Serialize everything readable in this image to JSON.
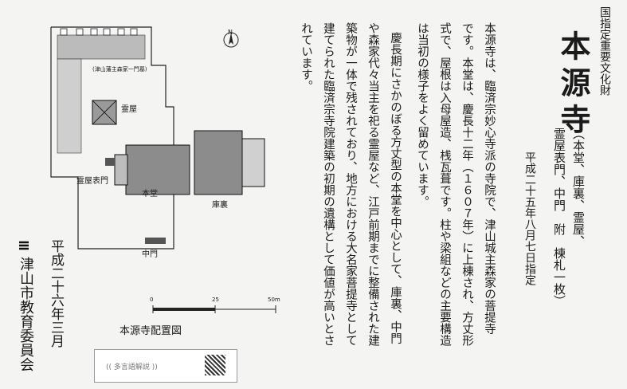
{
  "panel": {
    "category": "国指定重要文化財",
    "title": "本源寺",
    "subtitle_1": "（本堂、庫裏、霊屋、",
    "subtitle_2": "霊屋表門、中門　附　棟札一枚）",
    "designation_date": "平成二十五年八月七日指定",
    "body_lines": [
      "本源寺は、臨済宗妙心寺派の寺院で、津山城主森家の菩提寺",
      "です。本堂は、慶長十二年（１６０７年）に上棟され、方丈形",
      "式で、屋根は入母屋造、桟瓦葺です。柱や梁組などの主要構造",
      "は当初の様子をよく留めています。",
      "慶長期にさかのぼる方丈型の本堂を中心として、庫裏、中門",
      "や森家代々当主を祀る霊屋など、江戸前期までに整備された建",
      "築物が一体で残されており、地方における大名家菩提寺として",
      "建てられた臨済宗寺院建築の初期の遺構として価値が高いとさ",
      "れています。"
    ],
    "issued_date": "平成二十六年三月",
    "issuer": "津山市教育委員会"
  },
  "map": {
    "caption": "本源寺配置図",
    "north": "N",
    "labels": {
      "graves": "(津山藩主森家一門墓)",
      "reiya": "霊屋",
      "reiya_gate": "霊屋表門",
      "hondo": "本堂",
      "kuri": "庫裏",
      "chumon": "中門"
    },
    "scale": {
      "ticks": [
        "0",
        "25",
        "50m"
      ]
    }
  },
  "qr_hint": "(( 多言語解説 ))"
}
